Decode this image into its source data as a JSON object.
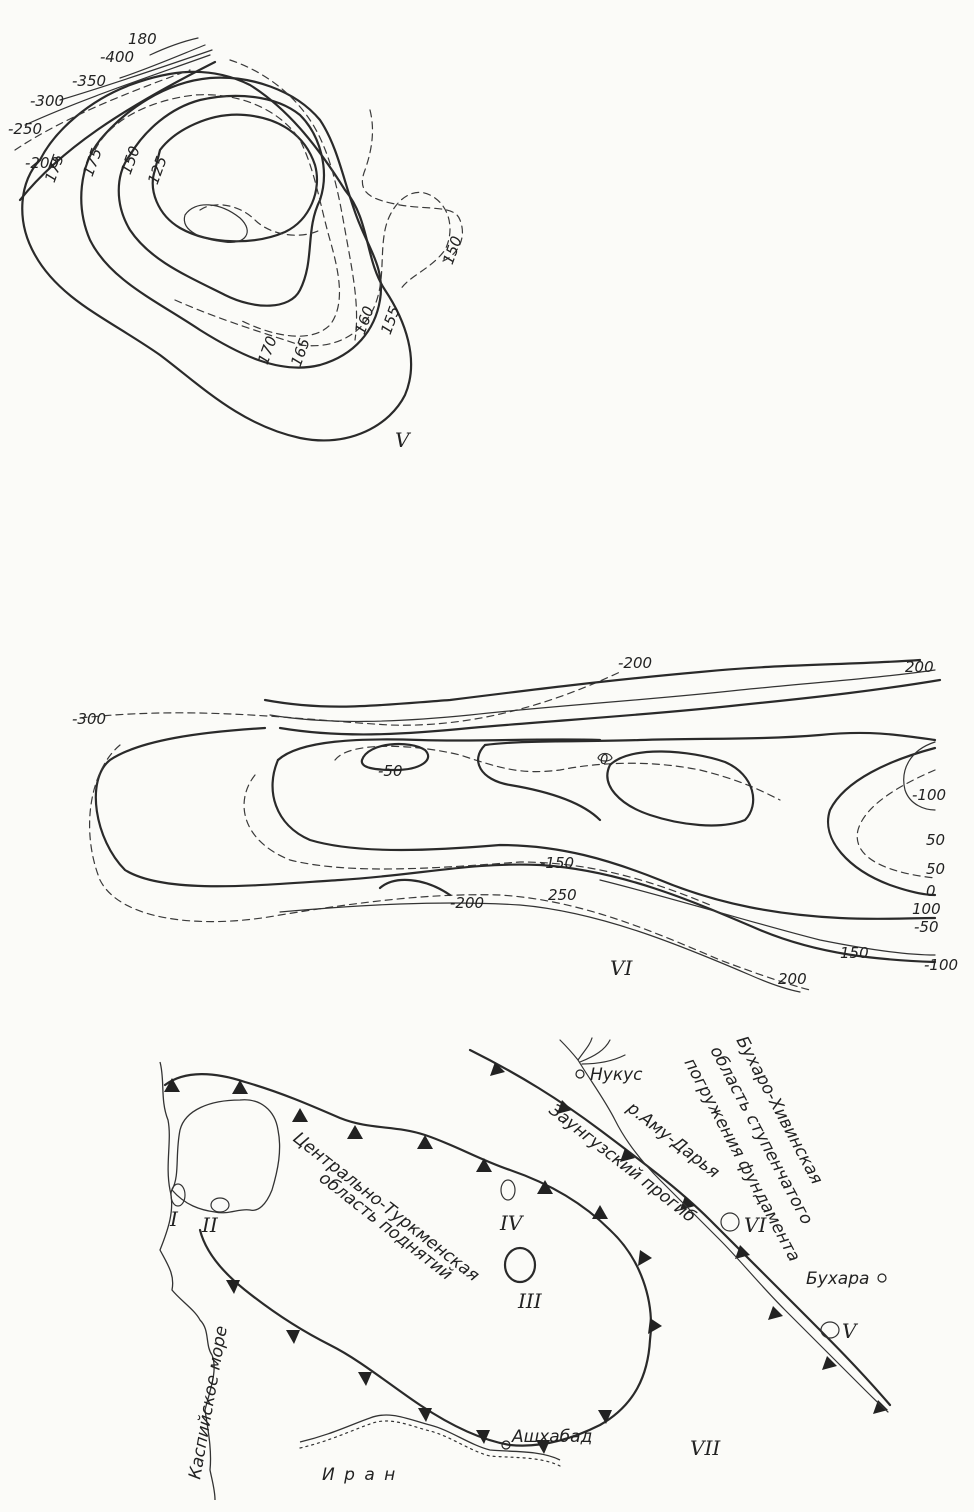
{
  "panel_v": {
    "roman": "V",
    "labels": [
      "180",
      "-400",
      "-350",
      "-300",
      "-250",
      "-200",
      "175",
      "175",
      "150",
      "125",
      "150",
      "160",
      "155",
      "170",
      "165"
    ]
  },
  "panel_vi": {
    "roman": "VI",
    "labels": [
      "-300",
      "-200",
      "200",
      "-50",
      "0",
      "-100",
      "50",
      "50",
      "0",
      "100",
      "-50",
      "-150",
      "250",
      "-200",
      "150",
      "-100",
      "200"
    ]
  },
  "panel_vii": {
    "roman": "VII",
    "places": {
      "nukus": "Нукус",
      "amu_darya": "р.Аму-Дарья",
      "bukhara": "Бухара",
      "ashgabat": "Ашхабад",
      "iran": "И р а н",
      "caspian": "Каспийское море"
    },
    "regions": {
      "central_line1": "Центрально-Туркменская",
      "central_line2": "область поднятий",
      "zaunguz": "Заунгузский прогиб",
      "bukh_line1": "Бухаро-Хивинская",
      "bukh_line2": "область ступенчатого",
      "bukh_line3": "погружения фундамента"
    },
    "markers": [
      "I",
      "II",
      "III",
      "IV",
      "V",
      "VI"
    ]
  }
}
